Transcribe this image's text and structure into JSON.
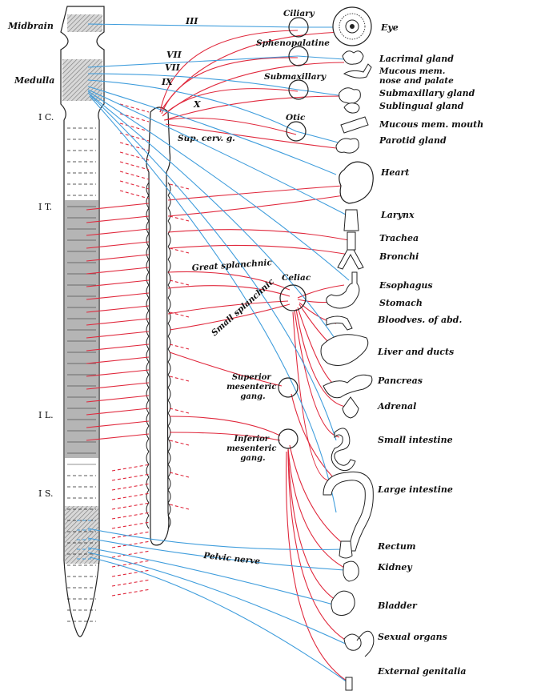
{
  "cord_levels": {
    "midbrain": "Midbrain",
    "medulla": "Medulla",
    "ic": "I C.",
    "it": "I T.",
    "il": "I L.",
    "is": "I S."
  },
  "cranial_nerves": {
    "iii": "III",
    "vii_a": "VII",
    "vii_b": "VII",
    "ix": "IX",
    "x": "X"
  },
  "ganglia": {
    "ciliary": "Ciliary",
    "sphenopalatine": "Sphenopalatine",
    "submaxillary": "Submaxillary",
    "otic": "Otic",
    "sup_cerv": "Sup. cerv. g.",
    "celiac": "Celiac",
    "superior_mesenteric": [
      "Superior",
      "mesenteric",
      "gang."
    ],
    "inferior_mesenteric": [
      "Inferior",
      "mesenteric",
      "gang."
    ]
  },
  "nerves": {
    "great_splanchnic": "Great splanchnic",
    "small_splanchnic": "Small splanchnic",
    "pelvic": "Pelvic nerve"
  },
  "organs": {
    "eye": "Eye",
    "lacrimal": "Lacrimal gland",
    "mucous_nose": [
      "Mucous mem.",
      "nose and palate"
    ],
    "submaxillary_gland": "Submaxillary gland",
    "sublingual": "Sublingual gland",
    "mucous_mouth": "Mucous mem. mouth",
    "parotid": "Parotid gland",
    "heart": "Heart",
    "larynx": "Larynx",
    "trachea": "Trachea",
    "bronchi": "Bronchi",
    "esophagus": "Esophagus",
    "stomach": "Stomach",
    "bloodves": "Bloodves. of abd.",
    "liver": "Liver and ducts",
    "pancreas": "Pancreas",
    "adrenal": "Adrenal",
    "small_intestine": "Small intestine",
    "large_intestine": "Large intestine",
    "rectum": "Rectum",
    "kidney": "Kidney",
    "bladder": "Bladder",
    "sexual": "Sexual organs",
    "external": "External genitalia"
  },
  "colors": {
    "sympathetic": "#e0283c",
    "parasympathetic": "#3f9ddc",
    "outline": "#222222",
    "shade": "#9a9a9a"
  }
}
